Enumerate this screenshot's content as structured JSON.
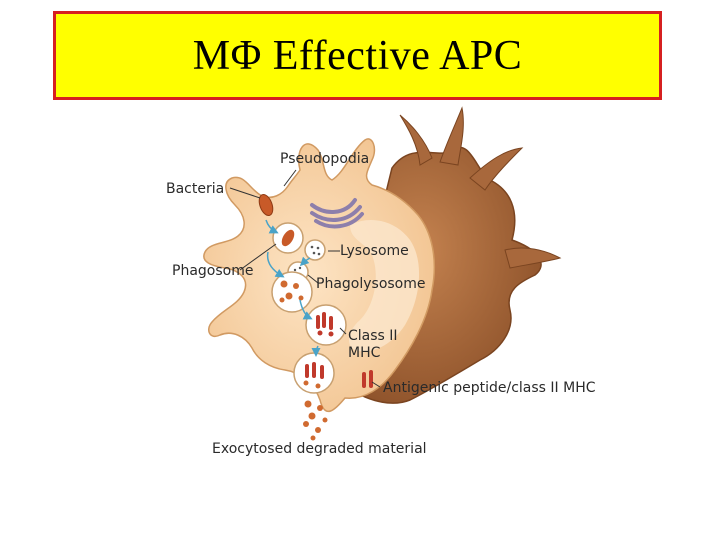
{
  "slide": {
    "title": "MΦ Effective APC"
  },
  "diagram": {
    "labels": {
      "pseudopodia": "Pseudopodia",
      "bacteria": "Bacteria",
      "lysosome": "Lysosome",
      "phagosome": "Phagosome",
      "phagolysosome": "Phagolysosome",
      "class_ii_line1": "Class II",
      "class_ii_line2": "MHC",
      "antigenic": "Antigenic peptide/class II MHC",
      "exocytosed": "Exocytosed degraded material"
    },
    "colors": {
      "cell_body": "#f6d2a8",
      "nucleus": "#a8683c",
      "nucleus_dark": "#8a4f28",
      "bacteria": "#c85a28",
      "golgi": "#9c8fb5",
      "mhc": "#c0392b",
      "arrow": "#4aa3c8",
      "title_bg": "#ffff00",
      "title_border": "#d62020"
    }
  }
}
